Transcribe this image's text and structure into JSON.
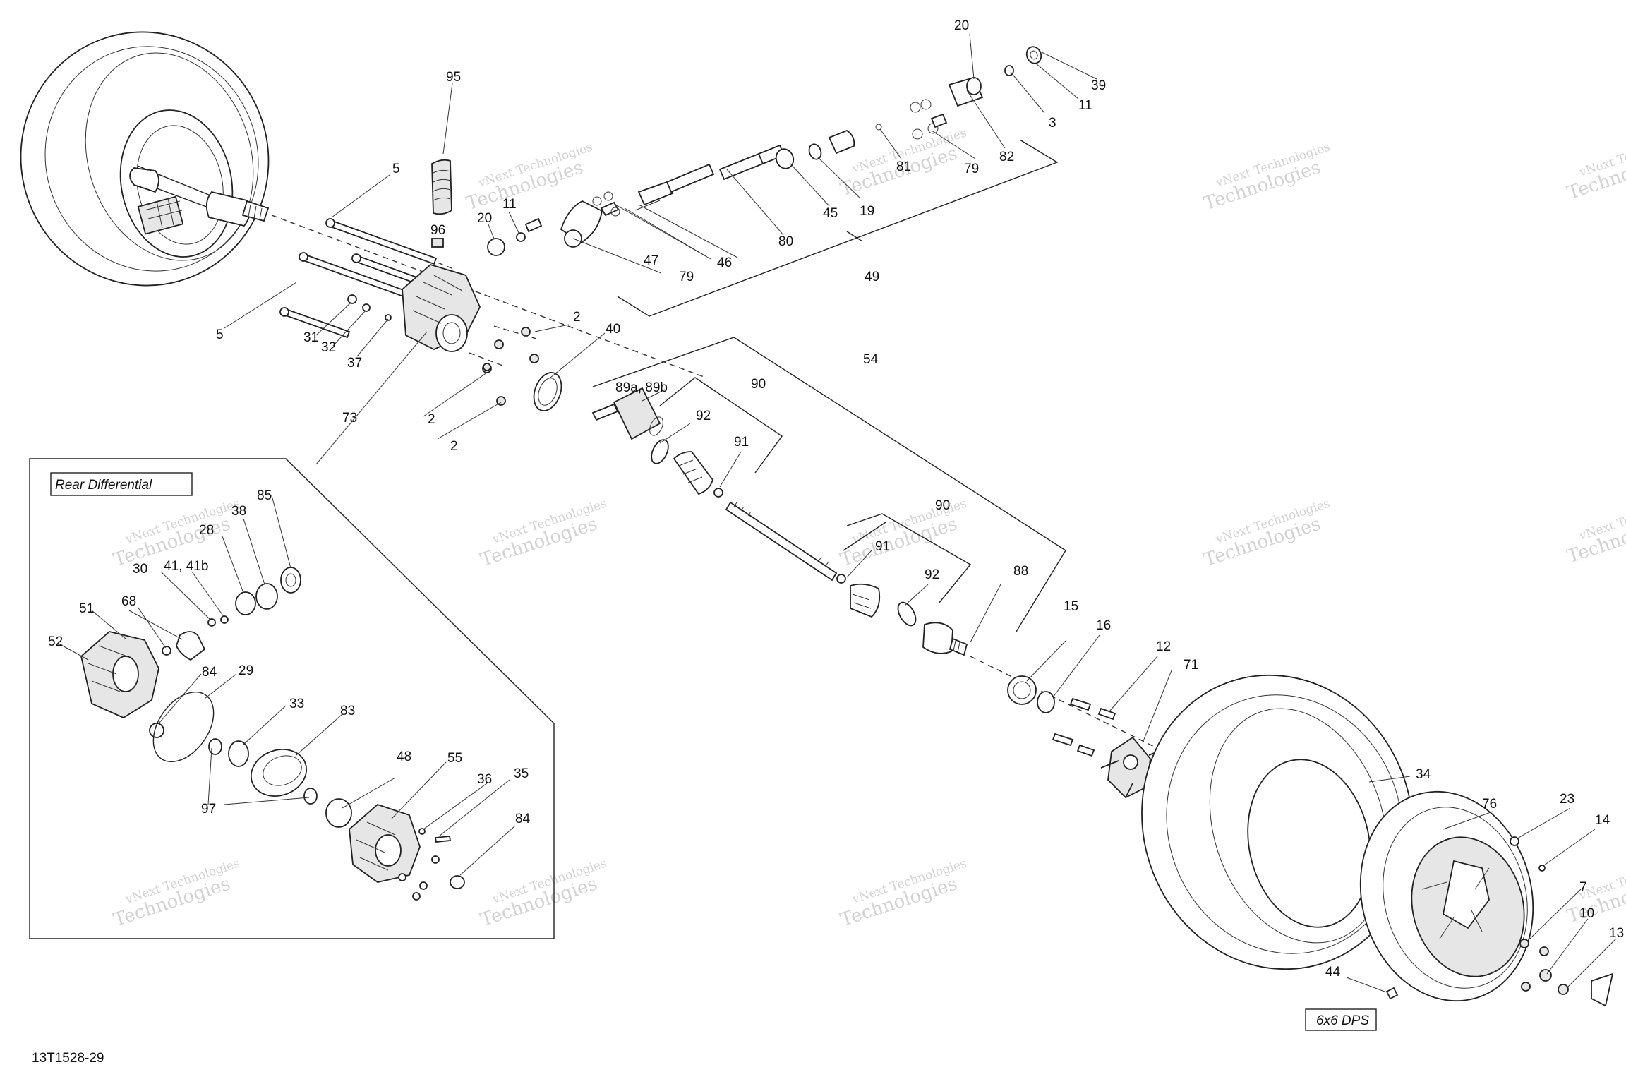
{
  "drawing_id": "13T1528-29",
  "boxes": {
    "rear_differential": "Rear Differential",
    "six_by_six": "6x6 DPS"
  },
  "watermark": {
    "line1": "vNext Technologies",
    "line2": "Technologies"
  },
  "callouts": [
    {
      "id": "95",
      "text": "95"
    },
    {
      "id": "5a",
      "text": "5"
    },
    {
      "id": "5b",
      "text": "5"
    },
    {
      "id": "96",
      "text": "96"
    },
    {
      "id": "20a",
      "text": "20"
    },
    {
      "id": "11a",
      "text": "11"
    },
    {
      "id": "31",
      "text": "31"
    },
    {
      "id": "32",
      "text": "32"
    },
    {
      "id": "37",
      "text": "37"
    },
    {
      "id": "73",
      "text": "73"
    },
    {
      "id": "2a",
      "text": "2"
    },
    {
      "id": "2b",
      "text": "2"
    },
    {
      "id": "2c",
      "text": "2"
    },
    {
      "id": "40",
      "text": "40"
    },
    {
      "id": "47",
      "text": "47"
    },
    {
      "id": "79a",
      "text": "79"
    },
    {
      "id": "46",
      "text": "46"
    },
    {
      "id": "80",
      "text": "80"
    },
    {
      "id": "45",
      "text": "45"
    },
    {
      "id": "19",
      "text": "19"
    },
    {
      "id": "81",
      "text": "81"
    },
    {
      "id": "79b",
      "text": "79"
    },
    {
      "id": "82",
      "text": "82"
    },
    {
      "id": "3",
      "text": "3"
    },
    {
      "id": "11b",
      "text": "11"
    },
    {
      "id": "39",
      "text": "39"
    },
    {
      "id": "20b",
      "text": "20"
    },
    {
      "id": "49",
      "text": "49"
    },
    {
      "id": "54",
      "text": "54"
    },
    {
      "id": "89",
      "text": "89a, 89b"
    },
    {
      "id": "90a",
      "text": "90"
    },
    {
      "id": "92a",
      "text": "92"
    },
    {
      "id": "91a",
      "text": "91"
    },
    {
      "id": "90b",
      "text": "90"
    },
    {
      "id": "91b",
      "text": "91"
    },
    {
      "id": "92b",
      "text": "92"
    },
    {
      "id": "88",
      "text": "88"
    },
    {
      "id": "15",
      "text": "15"
    },
    {
      "id": "16",
      "text": "16"
    },
    {
      "id": "12",
      "text": "12"
    },
    {
      "id": "71",
      "text": "71"
    },
    {
      "id": "34",
      "text": "34"
    },
    {
      "id": "76",
      "text": "76"
    },
    {
      "id": "23",
      "text": "23"
    },
    {
      "id": "14",
      "text": "14"
    },
    {
      "id": "7",
      "text": "7"
    },
    {
      "id": "10",
      "text": "10"
    },
    {
      "id": "13",
      "text": "13"
    },
    {
      "id": "44",
      "text": "44"
    },
    {
      "id": "85",
      "text": "85"
    },
    {
      "id": "38",
      "text": "38"
    },
    {
      "id": "28",
      "text": "28"
    },
    {
      "id": "41",
      "text": "41, 41b"
    },
    {
      "id": "30",
      "text": "30"
    },
    {
      "id": "68",
      "text": "68"
    },
    {
      "id": "51",
      "text": "51"
    },
    {
      "id": "52",
      "text": "52"
    },
    {
      "id": "84a",
      "text": "84"
    },
    {
      "id": "29",
      "text": "29"
    },
    {
      "id": "33",
      "text": "33"
    },
    {
      "id": "83",
      "text": "83"
    },
    {
      "id": "97",
      "text": "97"
    },
    {
      "id": "48",
      "text": "48"
    },
    {
      "id": "55",
      "text": "55"
    },
    {
      "id": "36",
      "text": "36"
    },
    {
      "id": "35",
      "text": "35"
    },
    {
      "id": "84b",
      "text": "84"
    }
  ]
}
